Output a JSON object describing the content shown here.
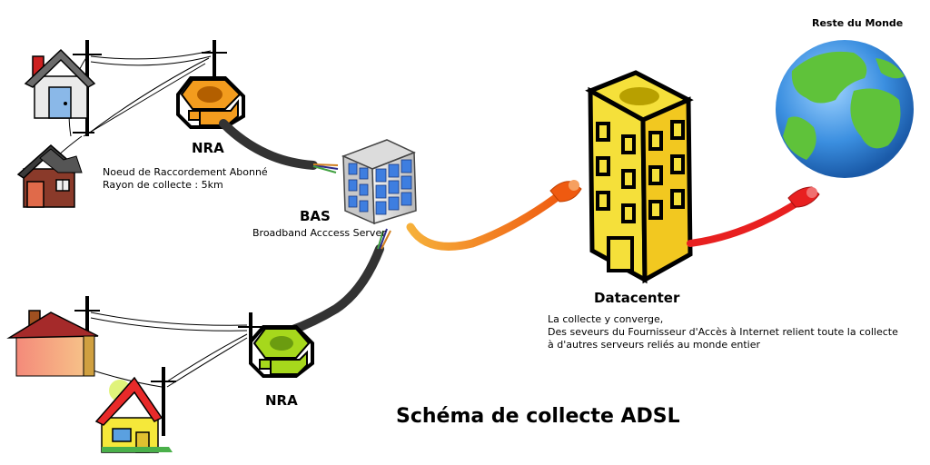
{
  "title": "Schéma de collecte ADSL",
  "world": {
    "label": "Reste du Monde",
    "icon": "globe-icon"
  },
  "nra_top": {
    "label": "NRA",
    "description_line1": "Noeud de Raccordement Abonné",
    "description_line2": "Rayon de collecte : 5km",
    "color": "#f39c1e"
  },
  "nra_bottom": {
    "label": "NRA",
    "color": "#a6d81c"
  },
  "bas": {
    "label": "BAS",
    "description": "Broadband Acccess Server"
  },
  "datacenter": {
    "label": "Datacenter",
    "description_line1": "La collecte y converge,",
    "description_line2": "Des seveurs du Fournisseur d'Accès à Internet relient toute la collecte",
    "description_line3": "à d'autres serveurs reliés au monde entier",
    "color": "#f5e03a"
  },
  "colors": {
    "fiber_orange": "#f07a1a",
    "fiber_red": "#e82020",
    "copper_cable": "#333333"
  }
}
